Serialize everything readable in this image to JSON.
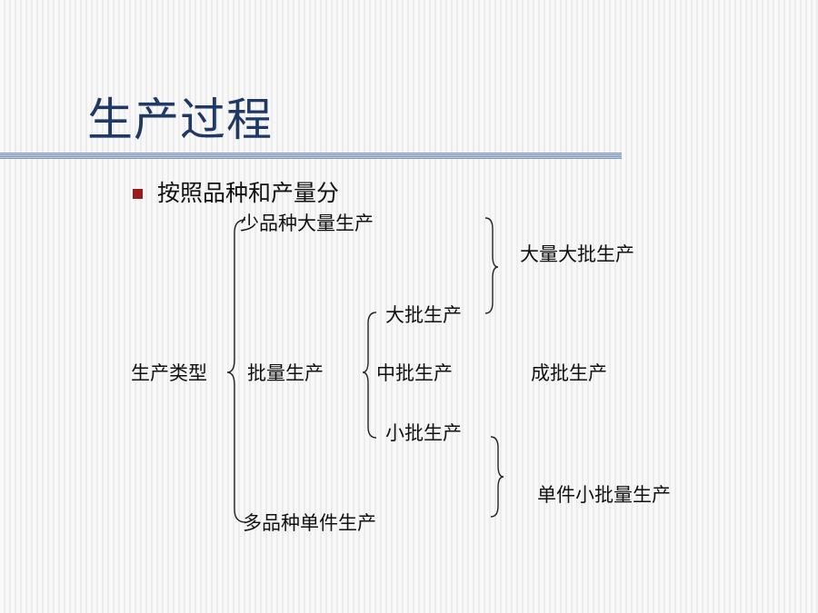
{
  "slide": {
    "title": "生产过程",
    "bullet": "按照品种和产量分",
    "root_label": "生产类型",
    "level1": {
      "few_varieties_large_volume": "少品种大量生产",
      "batch": "批量生产",
      "many_varieties_single_piece": "多品种单件生产"
    },
    "batch_sizes": {
      "large": "大批生产",
      "medium": "中批生产",
      "small": "小批生产"
    },
    "groupings": {
      "mass_large_batch": "大量大批生产",
      "medium_batch": "成批生产",
      "single_small_batch": "单件小批量生产"
    }
  },
  "colors": {
    "title": "#1f3864",
    "bullet": "#9b1b1b",
    "rule": "#7f97b8"
  }
}
